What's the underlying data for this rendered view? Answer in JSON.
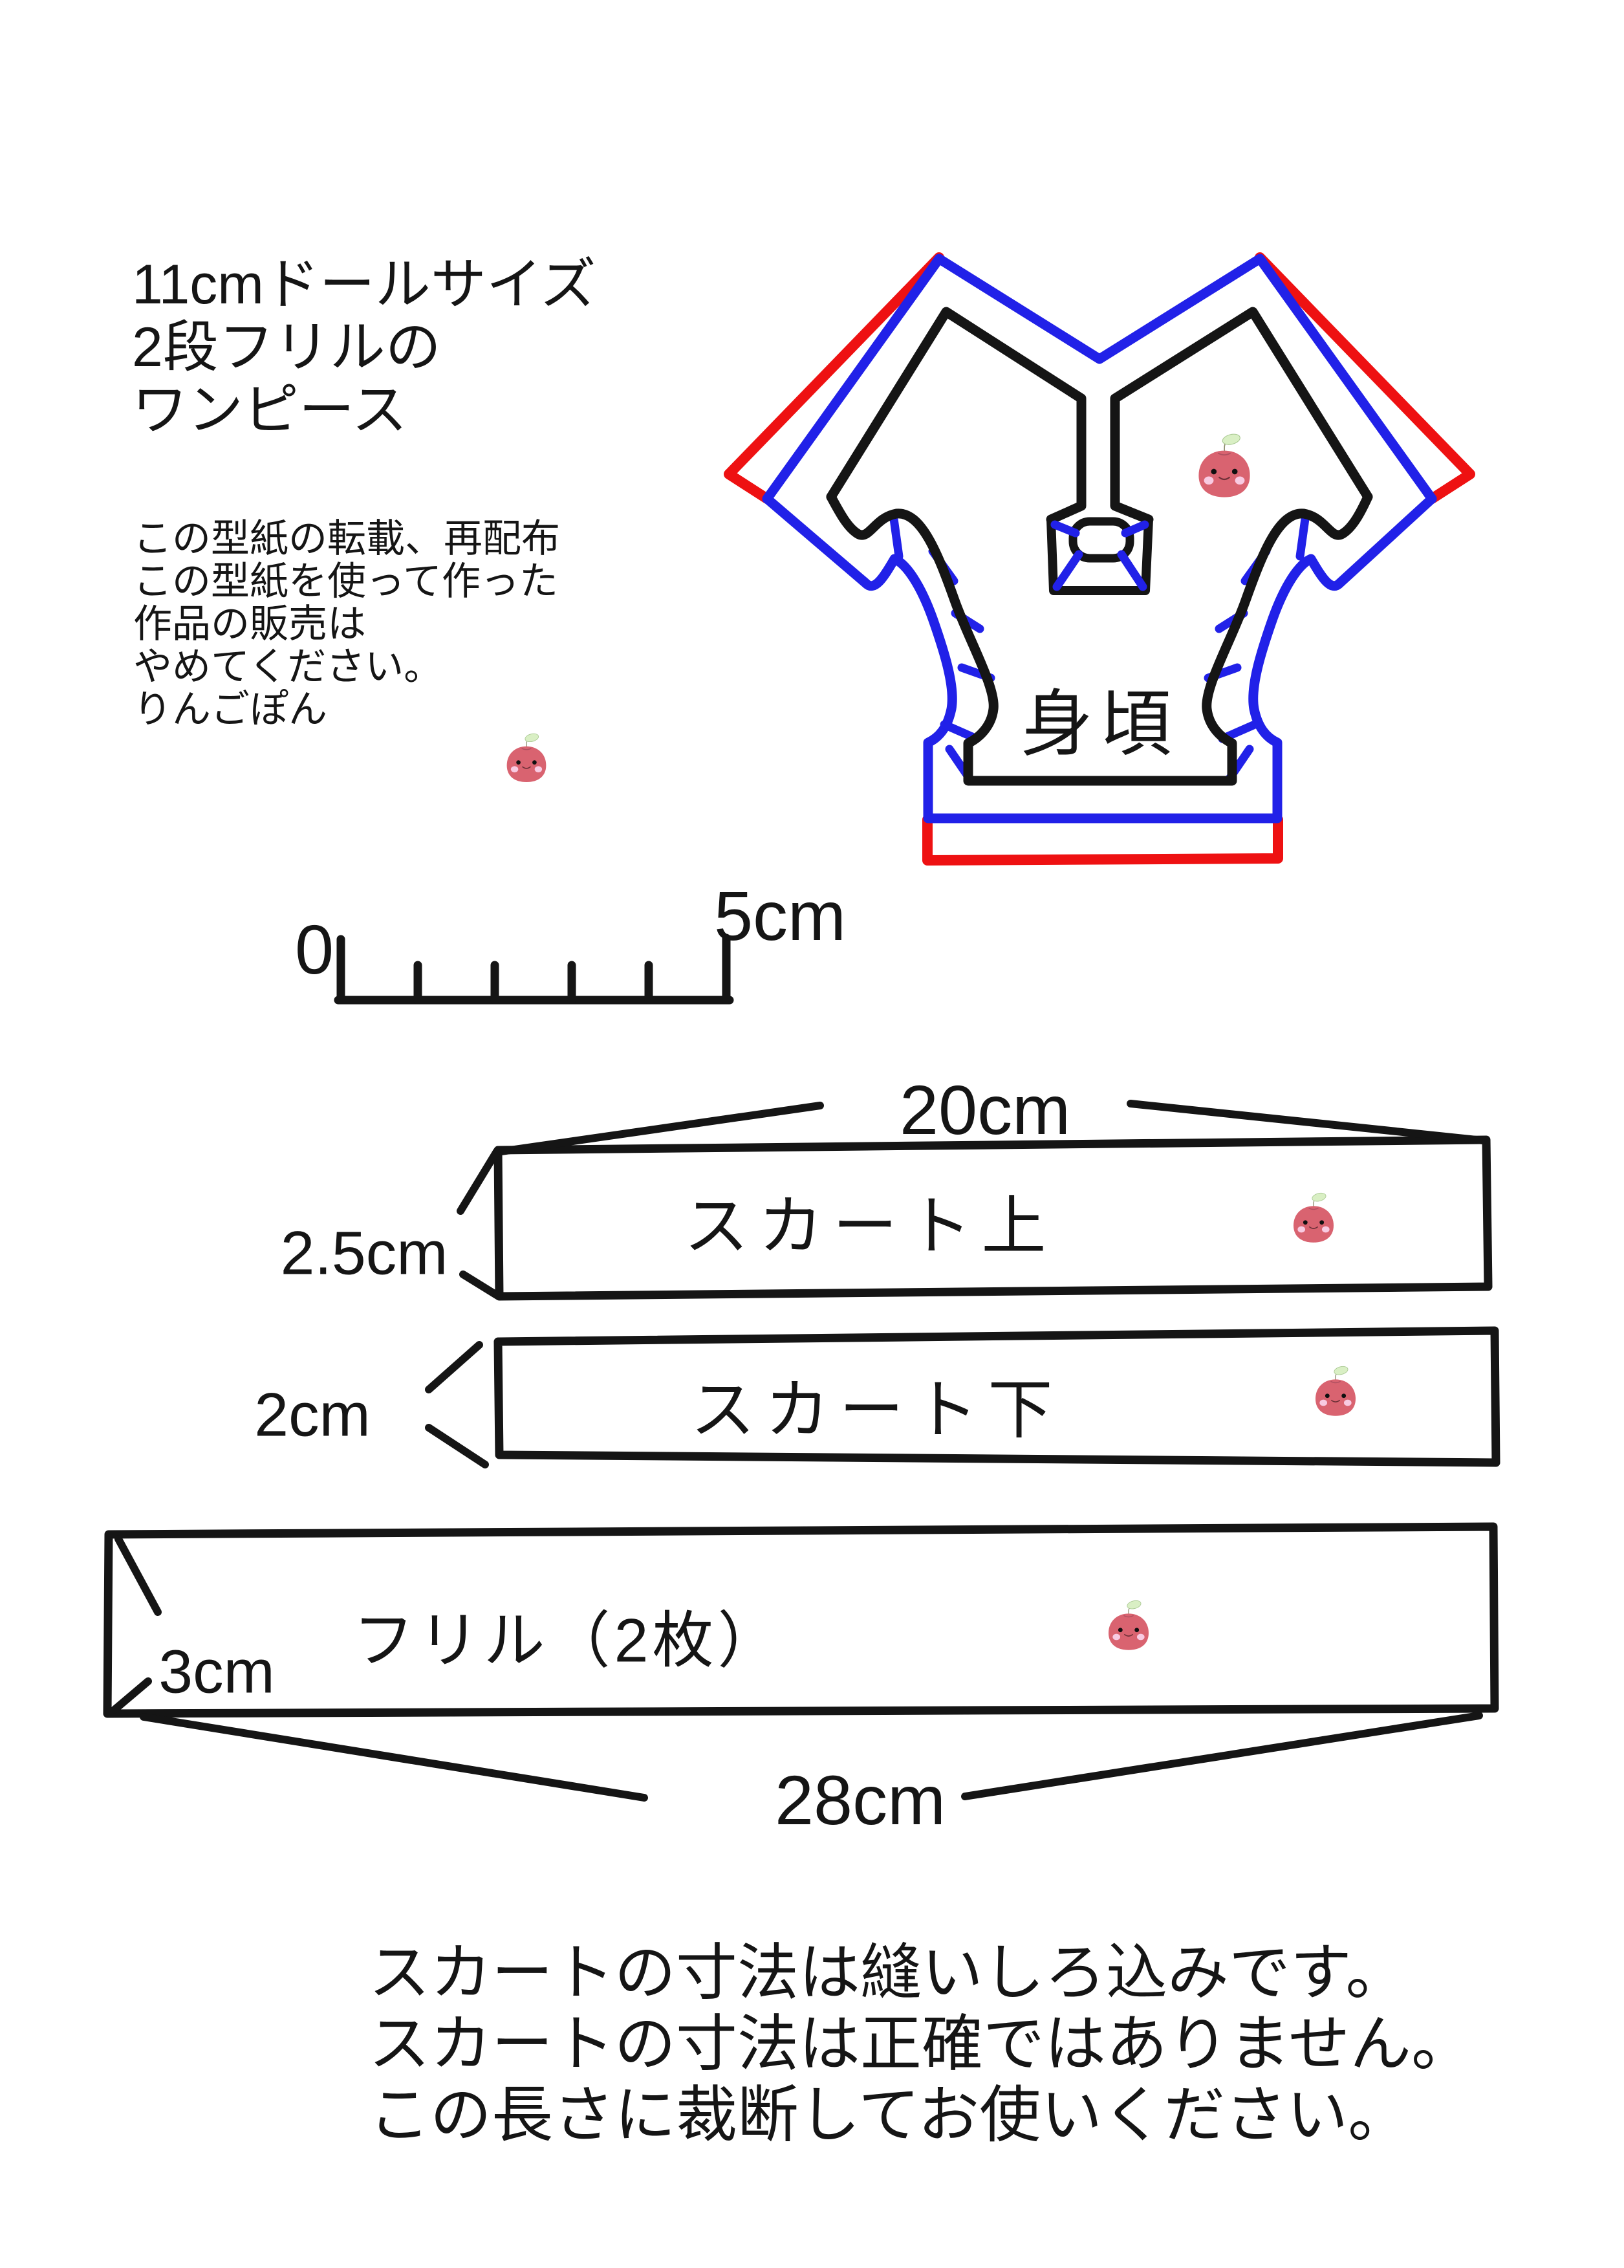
{
  "title": {
    "lines": [
      "11cmドールサイズ",
      "2段フリルの",
      "ワンピース"
    ]
  },
  "notice": {
    "lines": [
      "この型紙の転載、再配布",
      "この型紙を使って作った",
      "作品の販売は",
      "やめてください。",
      "りんごぽん"
    ]
  },
  "scale_ruler": {
    "zero_label": "0",
    "end_label": "5cm"
  },
  "bodice": {
    "label": "身頃"
  },
  "skirt_top": {
    "label": "スカート上",
    "width_label": "20cm",
    "height_label": "2.5cm"
  },
  "skirt_bottom": {
    "label": "スカート下",
    "height_label": "2cm"
  },
  "frill": {
    "label": "フリル（2枚）",
    "height_label": "3cm",
    "width_label": "28cm"
  },
  "footer": {
    "lines": [
      "スカートの寸法は縫いしろ込みです。",
      "スカートの寸法は正確ではありません。",
      "この長さに裁断してお使いください。"
    ]
  },
  "colors": {
    "line_black": "#151515",
    "seam_allowance_blue": "#2121e8",
    "cut_edge_red": "#ee1112",
    "apple_body": "#d96370",
    "apple_cheek": "#f8cbe2",
    "apple_leaf": "#d9efc4",
    "paper": "#ffffff"
  },
  "icons": {
    "mascot": "apple-mascot-icon"
  }
}
